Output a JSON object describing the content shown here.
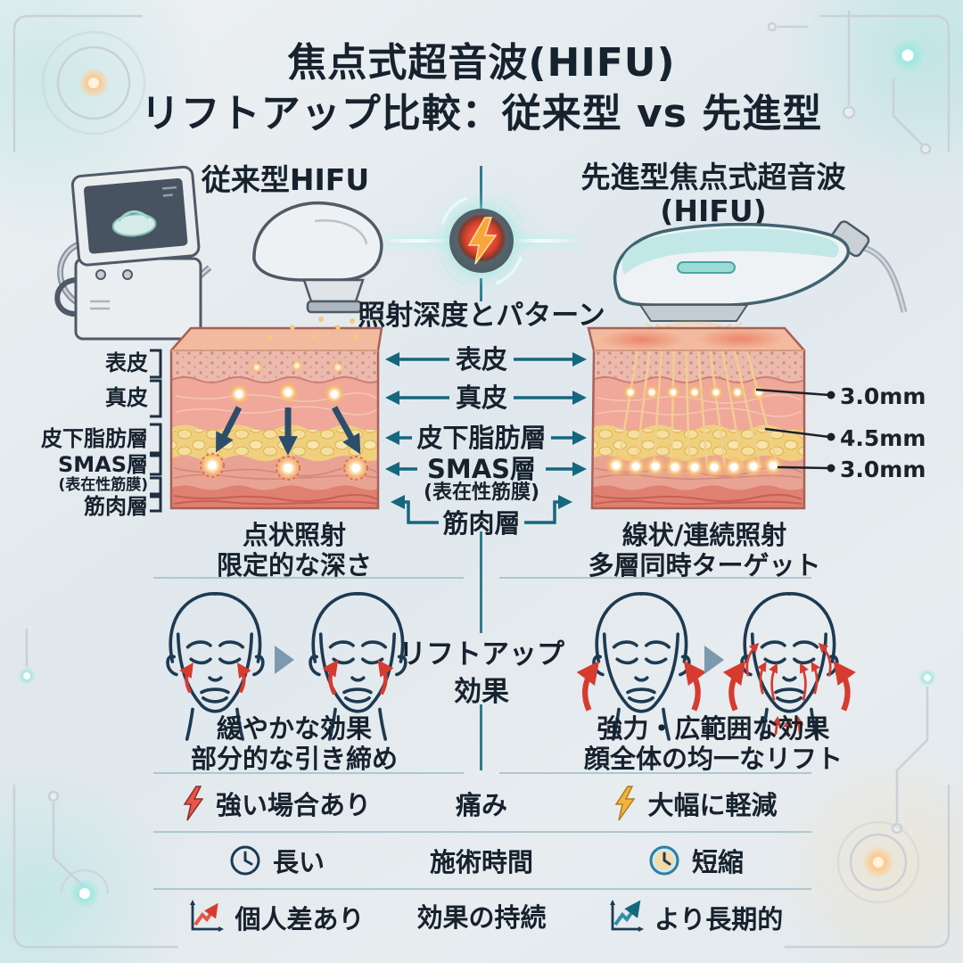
{
  "title": {
    "line1": "焦点式超音波(HIFU)",
    "line2": "リフトアップ比較：従来型 vs 先進型"
  },
  "left_column": {
    "header": "従来型HIFU",
    "pattern": [
      "点状照射",
      "限定的な深さ"
    ],
    "effect": [
      "緩やかな効果",
      "部分的な引き締め"
    ]
  },
  "right_column": {
    "header": [
      "先進型焦点式超音波",
      "(HIFU)"
    ],
    "pattern": [
      "線状/連続照射",
      "多層同時ターゲット"
    ],
    "effect": [
      "強力・広範囲な効果",
      "顔全体の均一なリフト"
    ],
    "depth_markers": [
      "3.0mm",
      "4.5mm",
      "3.0mm"
    ]
  },
  "center": {
    "section_depth_title": "照射深度とパターン",
    "section_lift_title": [
      "リフトアップ",
      "効果"
    ],
    "layer_labels": [
      "表皮",
      "真皮",
      "皮下脂肪層",
      "SMAS層",
      "(表在性筋膜)",
      "筋肉層"
    ]
  },
  "skin_side_labels": [
    "表皮",
    "真皮",
    "皮下脂肪層",
    "SMAS層",
    "(表在性筋膜)",
    "筋肉層"
  ],
  "comparison": {
    "rows": [
      {
        "category": "痛み",
        "left": "強い場合あり",
        "right": "大幅に軽減",
        "left_icon": "lightning-red",
        "right_icon": "lightning-yellow"
      },
      {
        "category": "施術時間",
        "left": "長い",
        "right": "短縮",
        "left_icon": "clock-outline",
        "right_icon": "clock-colored"
      },
      {
        "category": "効果の持続",
        "left": "個人差あり",
        "right": "より長期的",
        "left_icon": "trend-chart-red",
        "right_icon": "trend-chart-teal"
      }
    ]
  },
  "colors": {
    "accent_teal": "#15677E",
    "title_navy": "#16222E",
    "arrow_navy": "#2C4D6B",
    "highlight_red": "#D63B2F",
    "lightning_red": "#E4574A",
    "lightning_yellow": "#F0B43C",
    "glow_gold": "#F6C87E",
    "divider": "#8FB6C0"
  }
}
